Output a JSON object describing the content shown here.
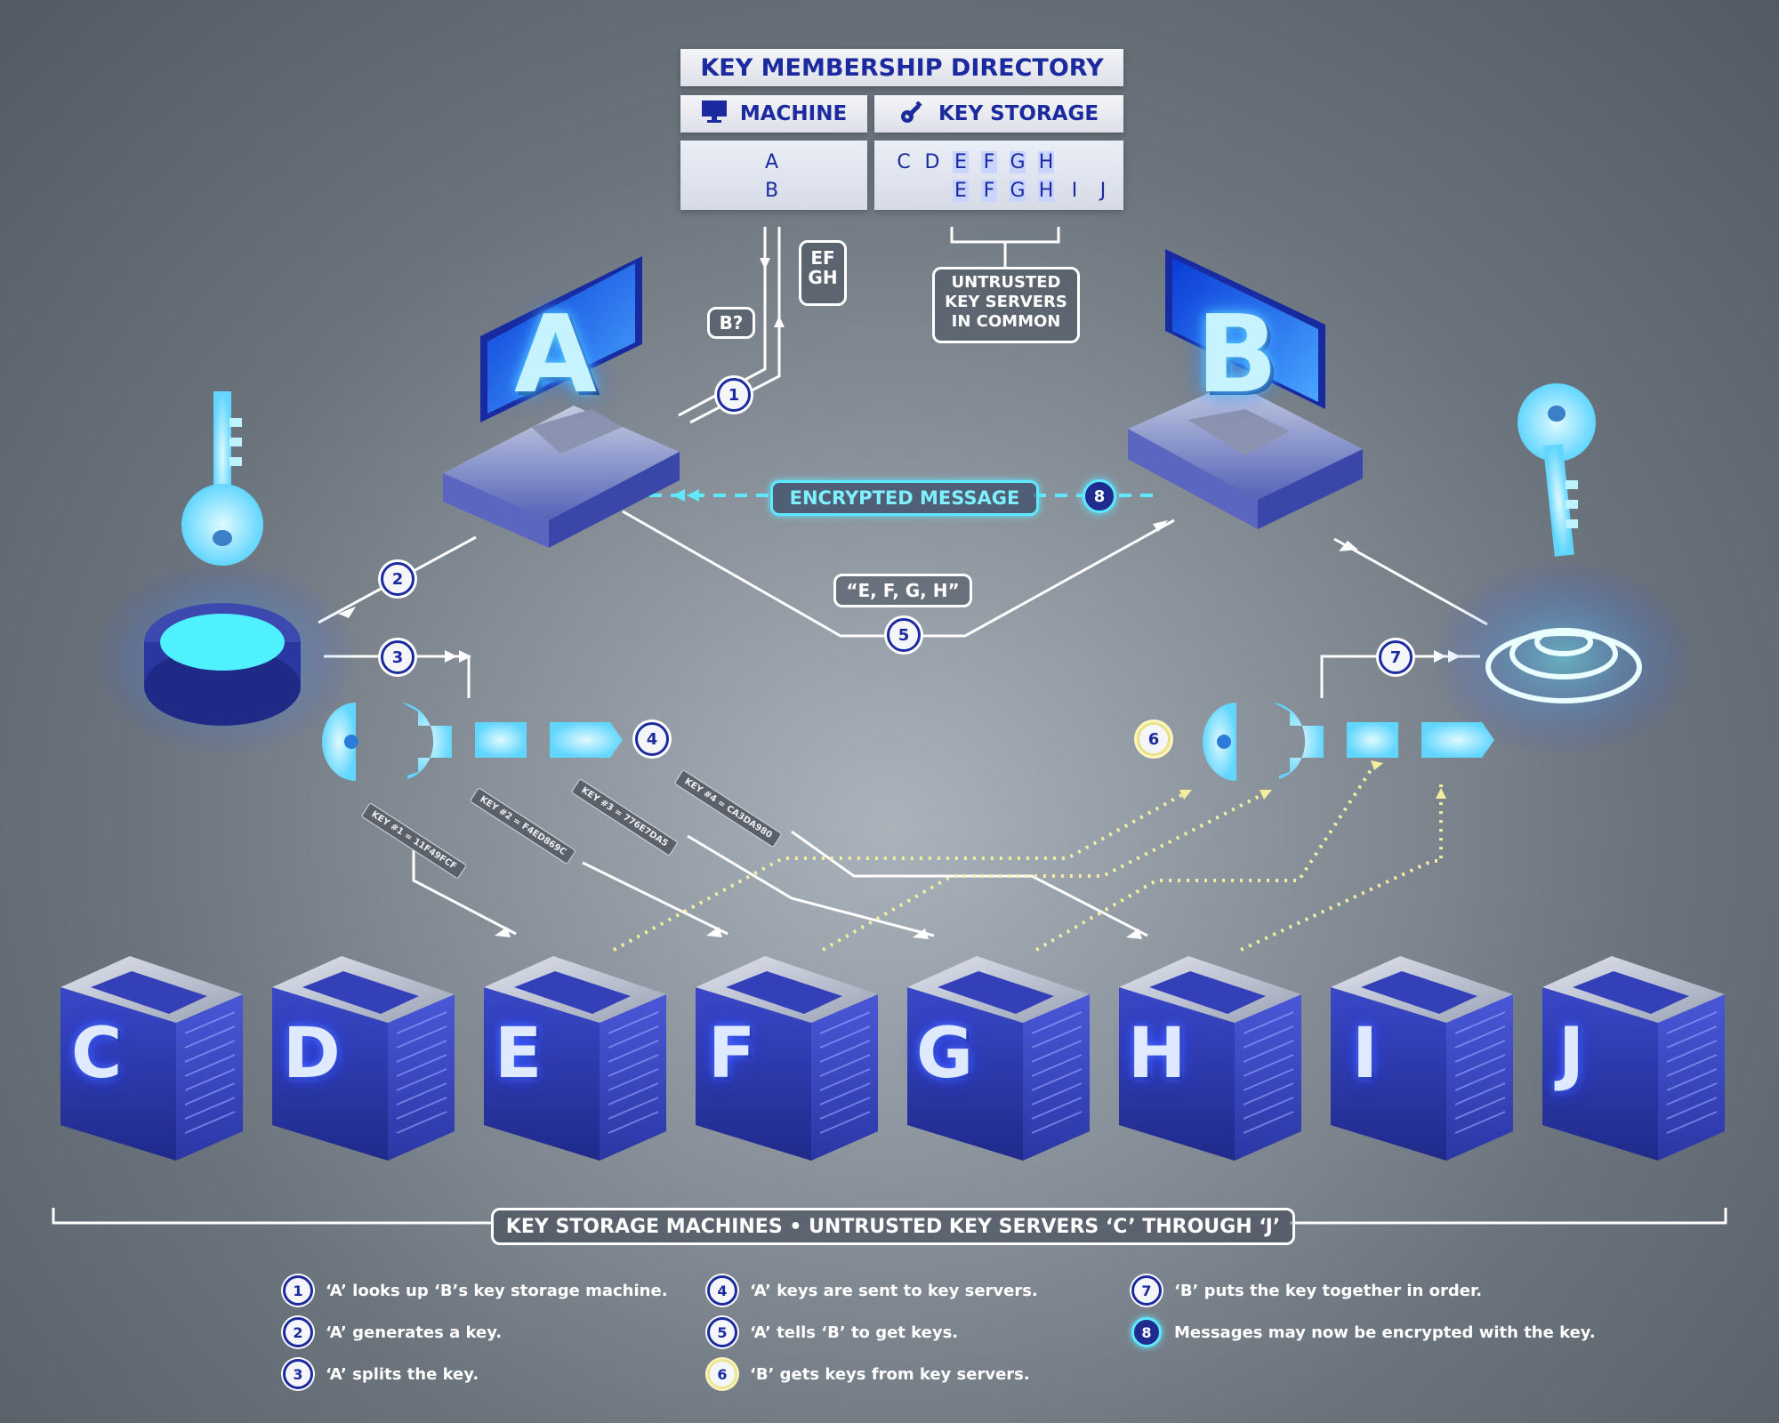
{
  "directory": {
    "title": "KEY MEMBERSHIP DIRECTORY",
    "machine_header": "MACHINE",
    "storage_header": "KEY STORAGE",
    "machines": [
      "A",
      "B"
    ],
    "storage_row_a": [
      "C",
      "D",
      "E",
      "F",
      "G",
      "H"
    ],
    "storage_row_b": [
      "E",
      "F",
      "G",
      "H",
      "I",
      "J"
    ]
  },
  "annotations": {
    "ef": "EF",
    "gh": "GH",
    "b_query": "B?",
    "untrusted_line1": "UNTRUSTED",
    "untrusted_line2": "KEY SERVERS",
    "untrusted_line3": "IN COMMON",
    "encrypted_message": "ENCRYPTED MESSAGE",
    "efgh_quote": "“E, F, G, H”"
  },
  "machines": {
    "a": "A",
    "b": "B"
  },
  "key_tags": [
    "KEY #1 = 11F49FCF",
    "KEY #2 = F4ED869C",
    "KEY #3 = 776E7DA5",
    "KEY #4 = CA3DA980"
  ],
  "servers": [
    "C",
    "D",
    "E",
    "F",
    "G",
    "H",
    "I",
    "J"
  ],
  "step_numbers": [
    "1",
    "2",
    "3",
    "4",
    "5",
    "6",
    "7",
    "8"
  ],
  "bottom_label": "KEY STORAGE MACHINES • UNTRUSTED KEY SERVERS ‘C’ THROUGH ‘J’",
  "legend": [
    {
      "num": "1",
      "text": "‘A’ looks up ‘B’s key storage machine."
    },
    {
      "num": "2",
      "text": "‘A’ generates a key."
    },
    {
      "num": "3",
      "text": "‘A’ splits the key."
    },
    {
      "num": "4",
      "text": "‘A’ keys are sent to key servers."
    },
    {
      "num": "5",
      "text": "‘A’ tells ‘B’ to get keys."
    },
    {
      "num": "6",
      "text": "‘B’ gets keys from key servers."
    },
    {
      "num": "7",
      "text": "‘B’ puts the key together in order."
    },
    {
      "num": "8",
      "text": "Messages may now be encrypted with the key."
    }
  ],
  "colors": {
    "accent": "#1b2a9e",
    "cyan": "#5ee9ff",
    "yellow": "#ece69a"
  }
}
